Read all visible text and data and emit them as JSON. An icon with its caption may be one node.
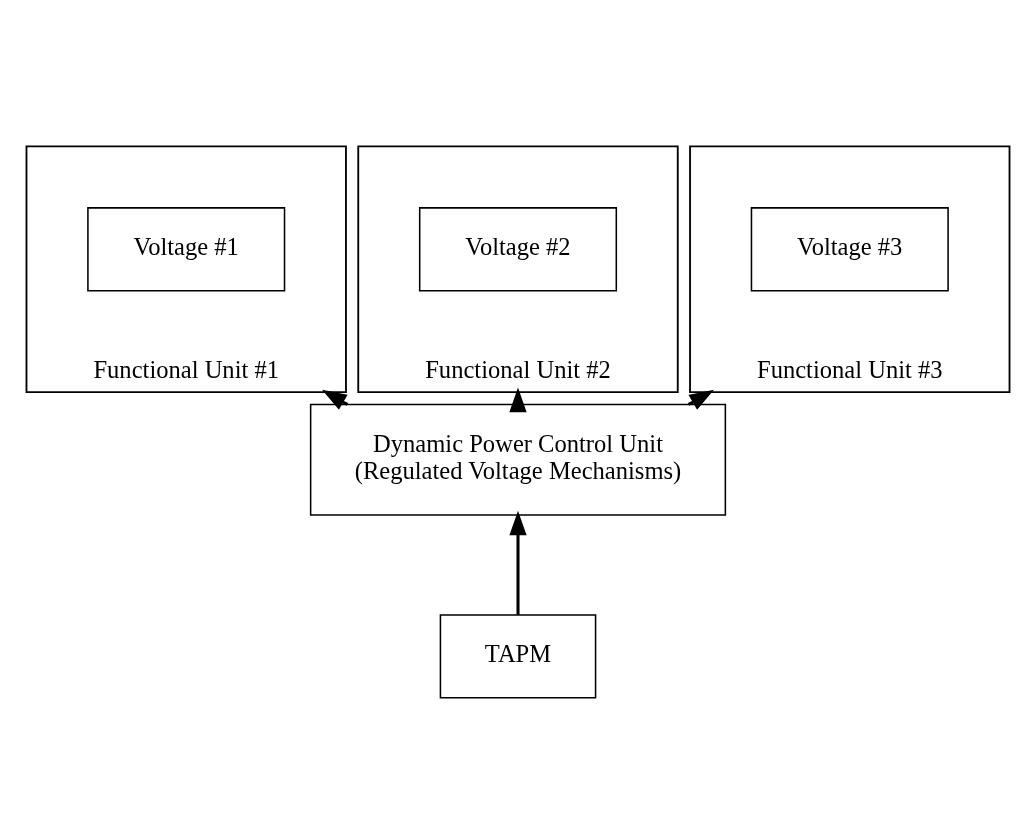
{
  "diagram": {
    "nodes": [
      {
        "text": [
          "Functional Unit #1"
        ]
      },
      {
        "text": [
          "Voltage #1"
        ],
        "in": 0
      },
      {
        "text": [
          "Functional Unit #2"
        ]
      },
      {
        "text": [
          "Voltage #2"
        ],
        "in": 2
      },
      {
        "text": [
          "Functional Unit #3"
        ]
      },
      {
        "text": [
          "Voltage #3"
        ],
        "in": 4
      },
      {
        "text": [
          "Dynamic Power Control Unit (Regulated Voltage Mechanisms)"
        ]
      },
      {
        "text": [
          "TAPM"
        ]
      }
    ],
    "edges": [
      {
        "from": 6,
        "to": 0,
        "arrow": "to"
      },
      {
        "from": 6,
        "to": 2,
        "arrow": "to"
      },
      {
        "from": 6,
        "to": 4,
        "arrow": "to"
      },
      {
        "from": 7,
        "to": 6,
        "arrow": "to"
      }
    ]
  }
}
